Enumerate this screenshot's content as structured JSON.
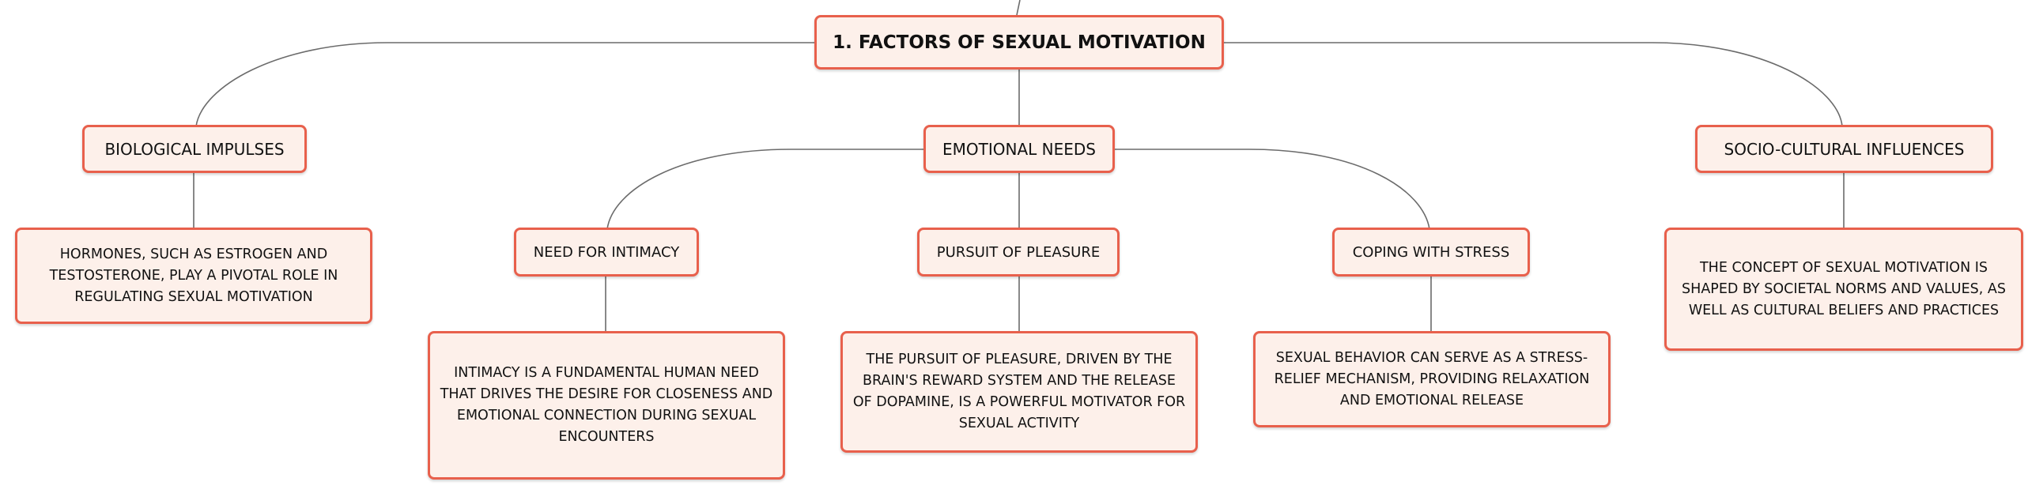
{
  "diagram": {
    "root": {
      "label": "1. FACTORS OF SEXUAL MOTIVATION"
    },
    "biological": {
      "label": "BIOLOGICAL IMPULSES",
      "detail": "HORMONES, SUCH AS ESTROGEN AND TESTOSTERONE, PLAY A PIVOTAL ROLE IN REGULATING SEXUAL MOTIVATION"
    },
    "emotional": {
      "label": "EMOTIONAL NEEDS",
      "intimacy": {
        "label": "NEED FOR INTIMACY",
        "detail": "INTIMACY IS A FUNDAMENTAL HUMAN NEED THAT DRIVES THE DESIRE FOR CLOSENESS AND EMOTIONAL CONNECTION DURING SEXUAL ENCOUNTERS"
      },
      "pleasure": {
        "label": "PURSUIT OF PLEASURE",
        "detail": "THE PURSUIT OF PLEASURE, DRIVEN BY THE BRAIN'S REWARD SYSTEM AND THE RELEASE OF DOPAMINE, IS A POWERFUL MOTIVATOR FOR SEXUAL ACTIVITY"
      },
      "stress": {
        "label": "COPING WITH STRESS",
        "detail": "SEXUAL BEHAVIOR CAN SERVE AS A STRESS-RELIEF MECHANISM, PROVIDING RELAXATION AND EMOTIONAL RELEASE"
      }
    },
    "sociocultural": {
      "label": "SOCIO-CULTURAL INFLUENCES",
      "detail": "THE CONCEPT OF SEXUAL MOTIVATION IS SHAPED BY SOCIETAL NORMS AND VALUES, AS WELL AS CULTURAL BELIEFS AND PRACTICES"
    }
  },
  "colors": {
    "node_border": "#e8604c",
    "node_fill": "#fdf0ea",
    "connector": "#6b6b6b"
  }
}
